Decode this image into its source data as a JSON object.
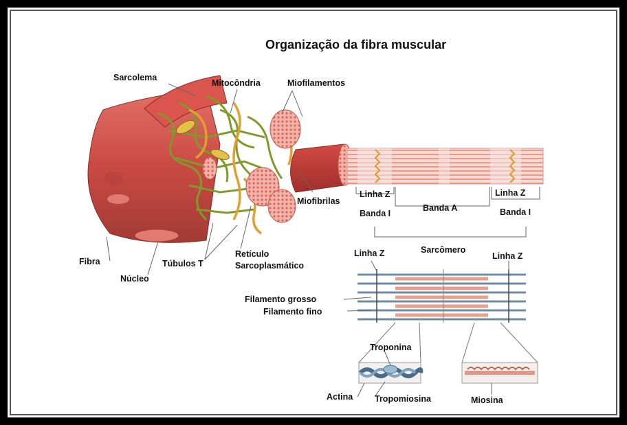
{
  "title": "Organização da fibra muscular",
  "labels": {
    "sarcolema": "Sarcolema",
    "mitocondria": "Mitocôndria",
    "miofilamentos": "Miofilamentos",
    "miofibrilas": "Miofibrilas",
    "linha_z_left": "Linha Z",
    "linha_z_right": "Linha Z",
    "banda_a": "Banda A",
    "banda_i_left": "Banda I",
    "banda_i_right": "Banda I",
    "sarcomero": "Sarcômero",
    "linha_z_lower_left": "Linha Z",
    "linha_z_lower_right": "Linha Z",
    "fibra": "Fibra",
    "nucleo": "Núcleo",
    "tubulos_t": "Túbulos T",
    "reticulo_1": "Retículo",
    "reticulo_2": "Sarcoplasmático",
    "filamento_grosso": "Filamento grosso",
    "filamento_fino": "Filamento fino",
    "troponina": "Troponina",
    "actina": "Actina",
    "tropomiosina": "Tropomiosina",
    "miosina": "Miosina"
  },
  "colors": {
    "muscle": "#d9554d",
    "muscle_light": "#e8837a",
    "reticulum": "#8a9a2e",
    "tubule": "#e0a030",
    "myofibril_pink": "#f2c9c0",
    "filament_blue": "#5a7a9a"
  }
}
